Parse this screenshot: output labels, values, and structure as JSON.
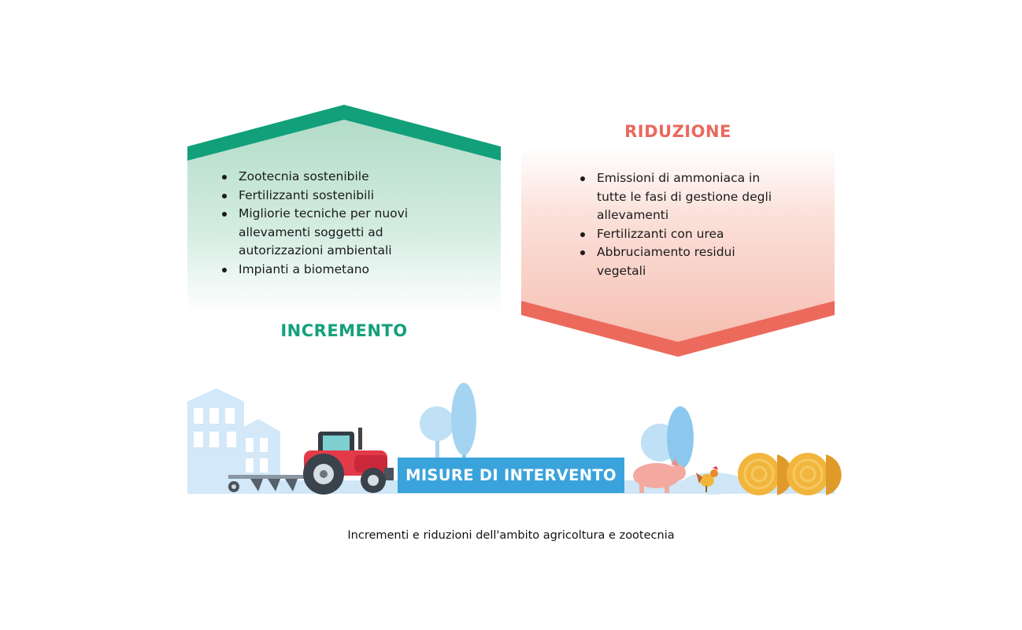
{
  "increment": {
    "title": "INCREMENTO",
    "items": [
      "Zootecnia sostenibile",
      "Fertilizzanti sostenibili",
      "Migliorie tecniche per nuovi allevamenti soggetti ad autorizzazioni ambientali",
      "Impianti a biometano"
    ]
  },
  "reduction": {
    "title": "RIDUZIONE",
    "items": [
      "Emissioni di ammoniaca in tutte le fasi  di gestione degli allevamenti",
      "Fertilizzanti con urea",
      "Abbruciamento residui vegetali"
    ]
  },
  "banner": "MISURE DI INTERVENTO",
  "caption": "Incrementi e riduzioni dell'ambito agricoltura e zootecnia",
  "colors": {
    "increment_accent": "#13a07a",
    "increment_fill": "#b7dfcd",
    "reduction_accent": "#ec6a5c",
    "reduction_fill": "#f7c3b8",
    "banner": "#3aa3dc",
    "scene_light_blue": "#cfe6f7",
    "tractor_red": "#e23a48",
    "hay": "#f2b53c",
    "pig": "#f4a9a0"
  }
}
